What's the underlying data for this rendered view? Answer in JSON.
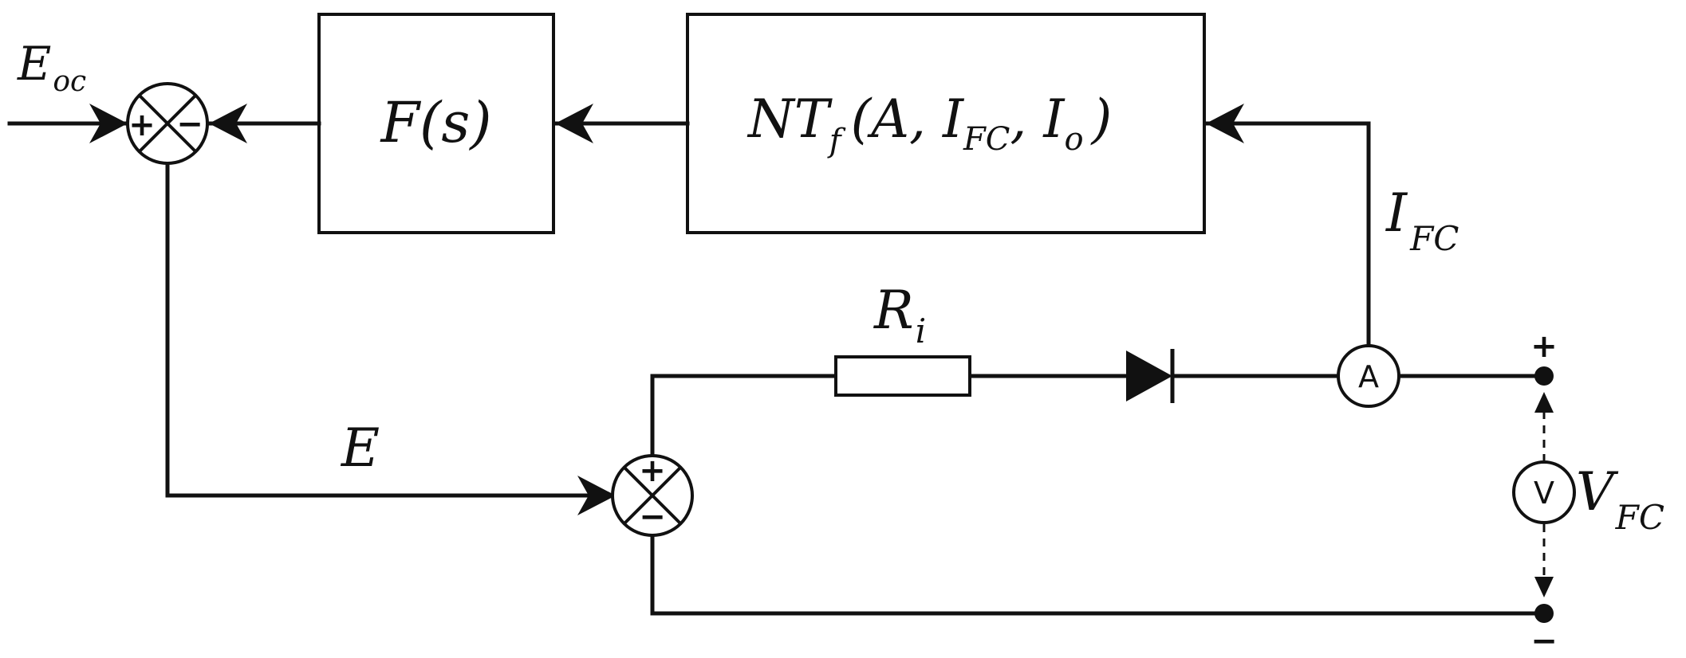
{
  "colors": {
    "line": "#111111",
    "background": "#ffffff"
  },
  "labels": {
    "eoc_main": "E",
    "eoc_sub": "oc",
    "fs": "F(s)",
    "nt_n": "NT",
    "nt_f": "f",
    "nt_open": "(A, I",
    "nt_fc": "FC",
    "nt_mid": ", I",
    "nt_o": "o",
    "nt_close": ")",
    "ifc_main": "I",
    "ifc_sub": "FC",
    "ri_main": "R",
    "ri_sub": "i",
    "e": "E",
    "vfc_main": "V",
    "vfc_sub": "FC"
  },
  "signs": {
    "sum1_plus": "+",
    "sum1_minus": "−",
    "sum2_plus": "+",
    "sum2_minus": "−",
    "term_plus": "+",
    "term_minus": "−"
  },
  "meters": {
    "ammeter": "A",
    "voltmeter": "V"
  }
}
